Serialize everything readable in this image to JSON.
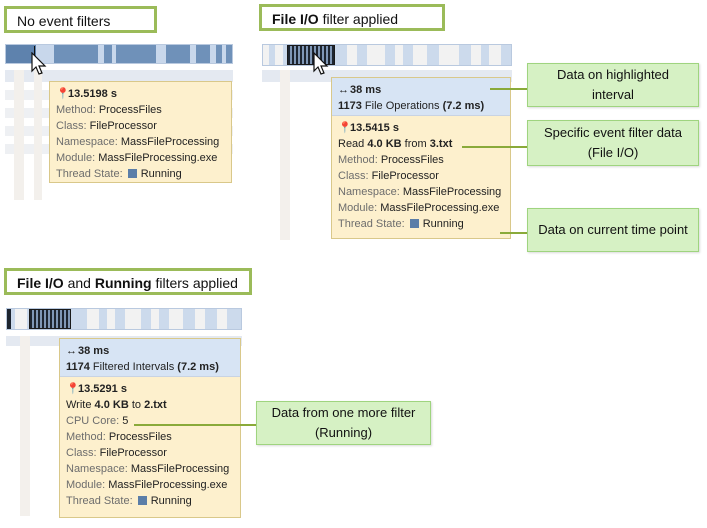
{
  "panels": {
    "no_filter": {
      "title": "No event filters",
      "tooltip": {
        "time": "13.5198 s",
        "rows": [
          {
            "key": "Method:",
            "value": "ProcessFiles"
          },
          {
            "key": "Class:",
            "value": "FileProcessor"
          },
          {
            "key": "Namespace:",
            "value": "MassFileProcessing"
          },
          {
            "key": "Module:",
            "value": "MassFileProcessing.exe"
          }
        ],
        "thread_state_key": "Thread State:",
        "thread_state_value": "Running"
      }
    },
    "file_io": {
      "title_bold": "File I/O",
      "title_rest": " filter applied",
      "interval": {
        "duration": "38 ms",
        "count": "1173",
        "count_label": " File Operations ",
        "count_time": "(7.2 ms)"
      },
      "tooltip": {
        "time": "13.5415 s",
        "event_prefix": "Read ",
        "event_size": "4.0 KB",
        "event_mid": " from ",
        "event_file": "3.txt",
        "rows": [
          {
            "key": "Method:",
            "value": "ProcessFiles"
          },
          {
            "key": "Class:",
            "value": "FileProcessor"
          },
          {
            "key": "Namespace:",
            "value": "MassFileProcessing"
          },
          {
            "key": "Module:",
            "value": "MassFileProcessing.exe"
          }
        ],
        "thread_state_key": "Thread State:",
        "thread_state_value": "Running"
      }
    },
    "file_io_running": {
      "title_bold1": "File I/O",
      "title_mid": " and ",
      "title_bold2": "Running",
      "title_rest": " filters applied",
      "interval": {
        "duration": "38 ms",
        "count": "1174",
        "count_label": " Filtered Intervals ",
        "count_time": "(7.2 ms)"
      },
      "tooltip": {
        "time": "13.5291 s",
        "event_prefix": "Write ",
        "event_size": "4.0 KB",
        "event_mid": " to ",
        "event_file": "2.txt",
        "cpu_key": "CPU Core:",
        "cpu_value": "5",
        "rows": [
          {
            "key": "Method:",
            "value": "ProcessFiles"
          },
          {
            "key": "Class:",
            "value": "FileProcessor"
          },
          {
            "key": "Namespace:",
            "value": "MassFileProcessing"
          },
          {
            "key": "Module:",
            "value": "MassFileProcessing.exe"
          }
        ],
        "thread_state_key": "Thread State:",
        "thread_state_value": "Running"
      }
    }
  },
  "callouts": {
    "highlighted_interval": "Data on highlighted interval",
    "specific_filter": "Specific event filter data (File I/O)",
    "current_time": "Data on current time point",
    "one_more_filter": "Data from one more filter (Running)"
  },
  "colors": {
    "label_border": "#9bbb59",
    "callout_fill": "#d6f1c4",
    "tooltip_interval": "#d7e4f4",
    "tooltip_point": "#fdf0cd",
    "running_state": "#5b7ea8"
  },
  "icons": {
    "pin": "pin-icon",
    "interval": "interval-arrows-icon",
    "cursor": "mouse-cursor-icon",
    "state": "state-square-icon"
  }
}
